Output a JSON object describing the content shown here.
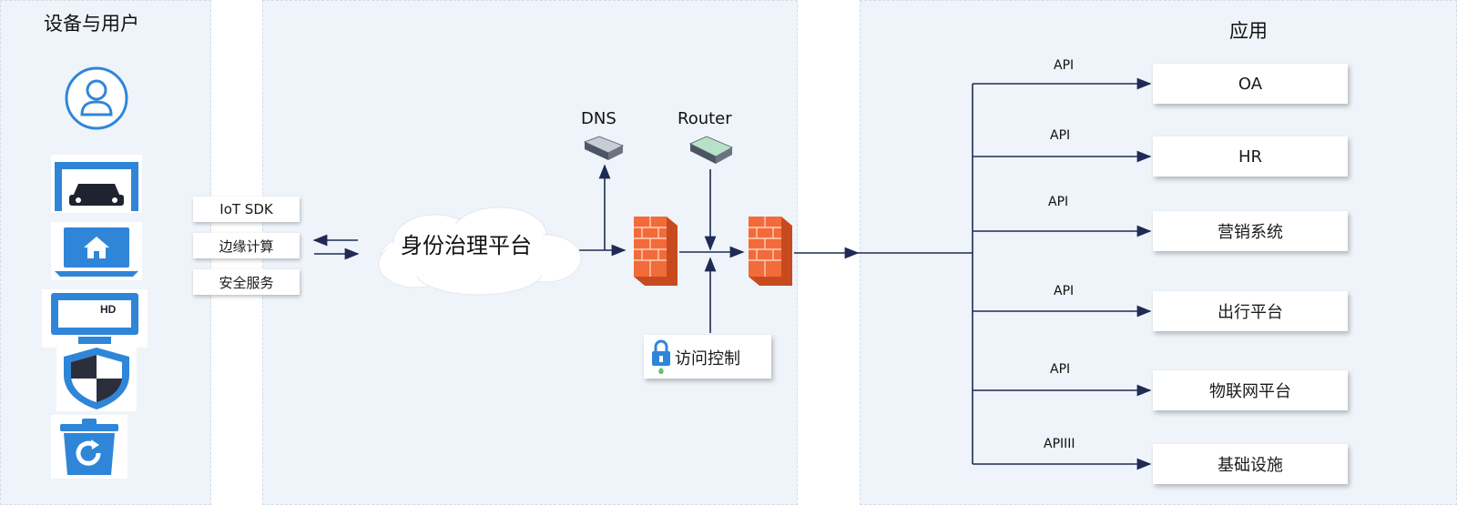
{
  "left": {
    "title": "设备与用户",
    "tags": [
      "IoT SDK",
      "边缘计算",
      "安全服务"
    ],
    "devices": [
      "user-icon",
      "car-garage-icon",
      "laptop-home-icon",
      "hd-monitor-icon",
      "security-shield-icon",
      "refresh-bin-icon"
    ]
  },
  "middle": {
    "cloud_label": "身份治理平台",
    "dns_label": "DNS",
    "router_label": "Router",
    "access_label": "访问控制"
  },
  "right": {
    "title": "应用",
    "apps": [
      {
        "api": "API",
        "name": "OA"
      },
      {
        "api": "API",
        "name": "HR"
      },
      {
        "api": "API",
        "name": "营销系统"
      },
      {
        "api": "API",
        "name": "出行平台"
      },
      {
        "api": "API",
        "name": "物联网平台"
      },
      {
        "api": "APIIII",
        "name": "基础设施"
      }
    ]
  },
  "colors": {
    "panel": "#eef4f9",
    "device_blue": "#2f86d8",
    "firewall": "#f26b3a",
    "line": "#1f2a55"
  }
}
